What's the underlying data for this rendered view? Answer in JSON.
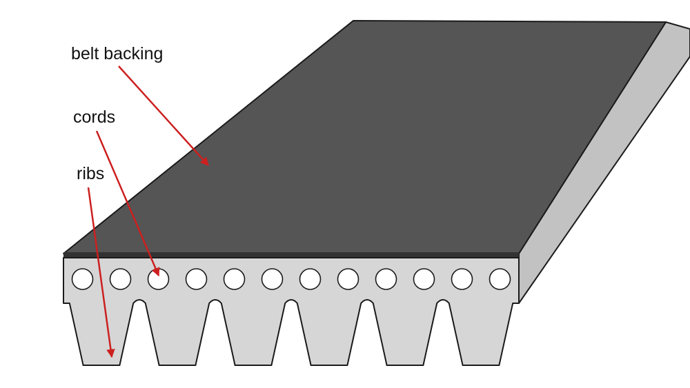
{
  "labels": {
    "belt_backing": "belt backing",
    "cords": "cords",
    "ribs": "ribs"
  },
  "belt": {
    "cord_count": 12,
    "rib_count": 6
  },
  "colors": {
    "backing_top": "#555555",
    "belt_body": "#d6d6d6",
    "belt_side": "#c2c2c2",
    "outline": "#1a1a1a",
    "arrow": "#cc1f1f",
    "cord_fill": "#ffffff"
  }
}
